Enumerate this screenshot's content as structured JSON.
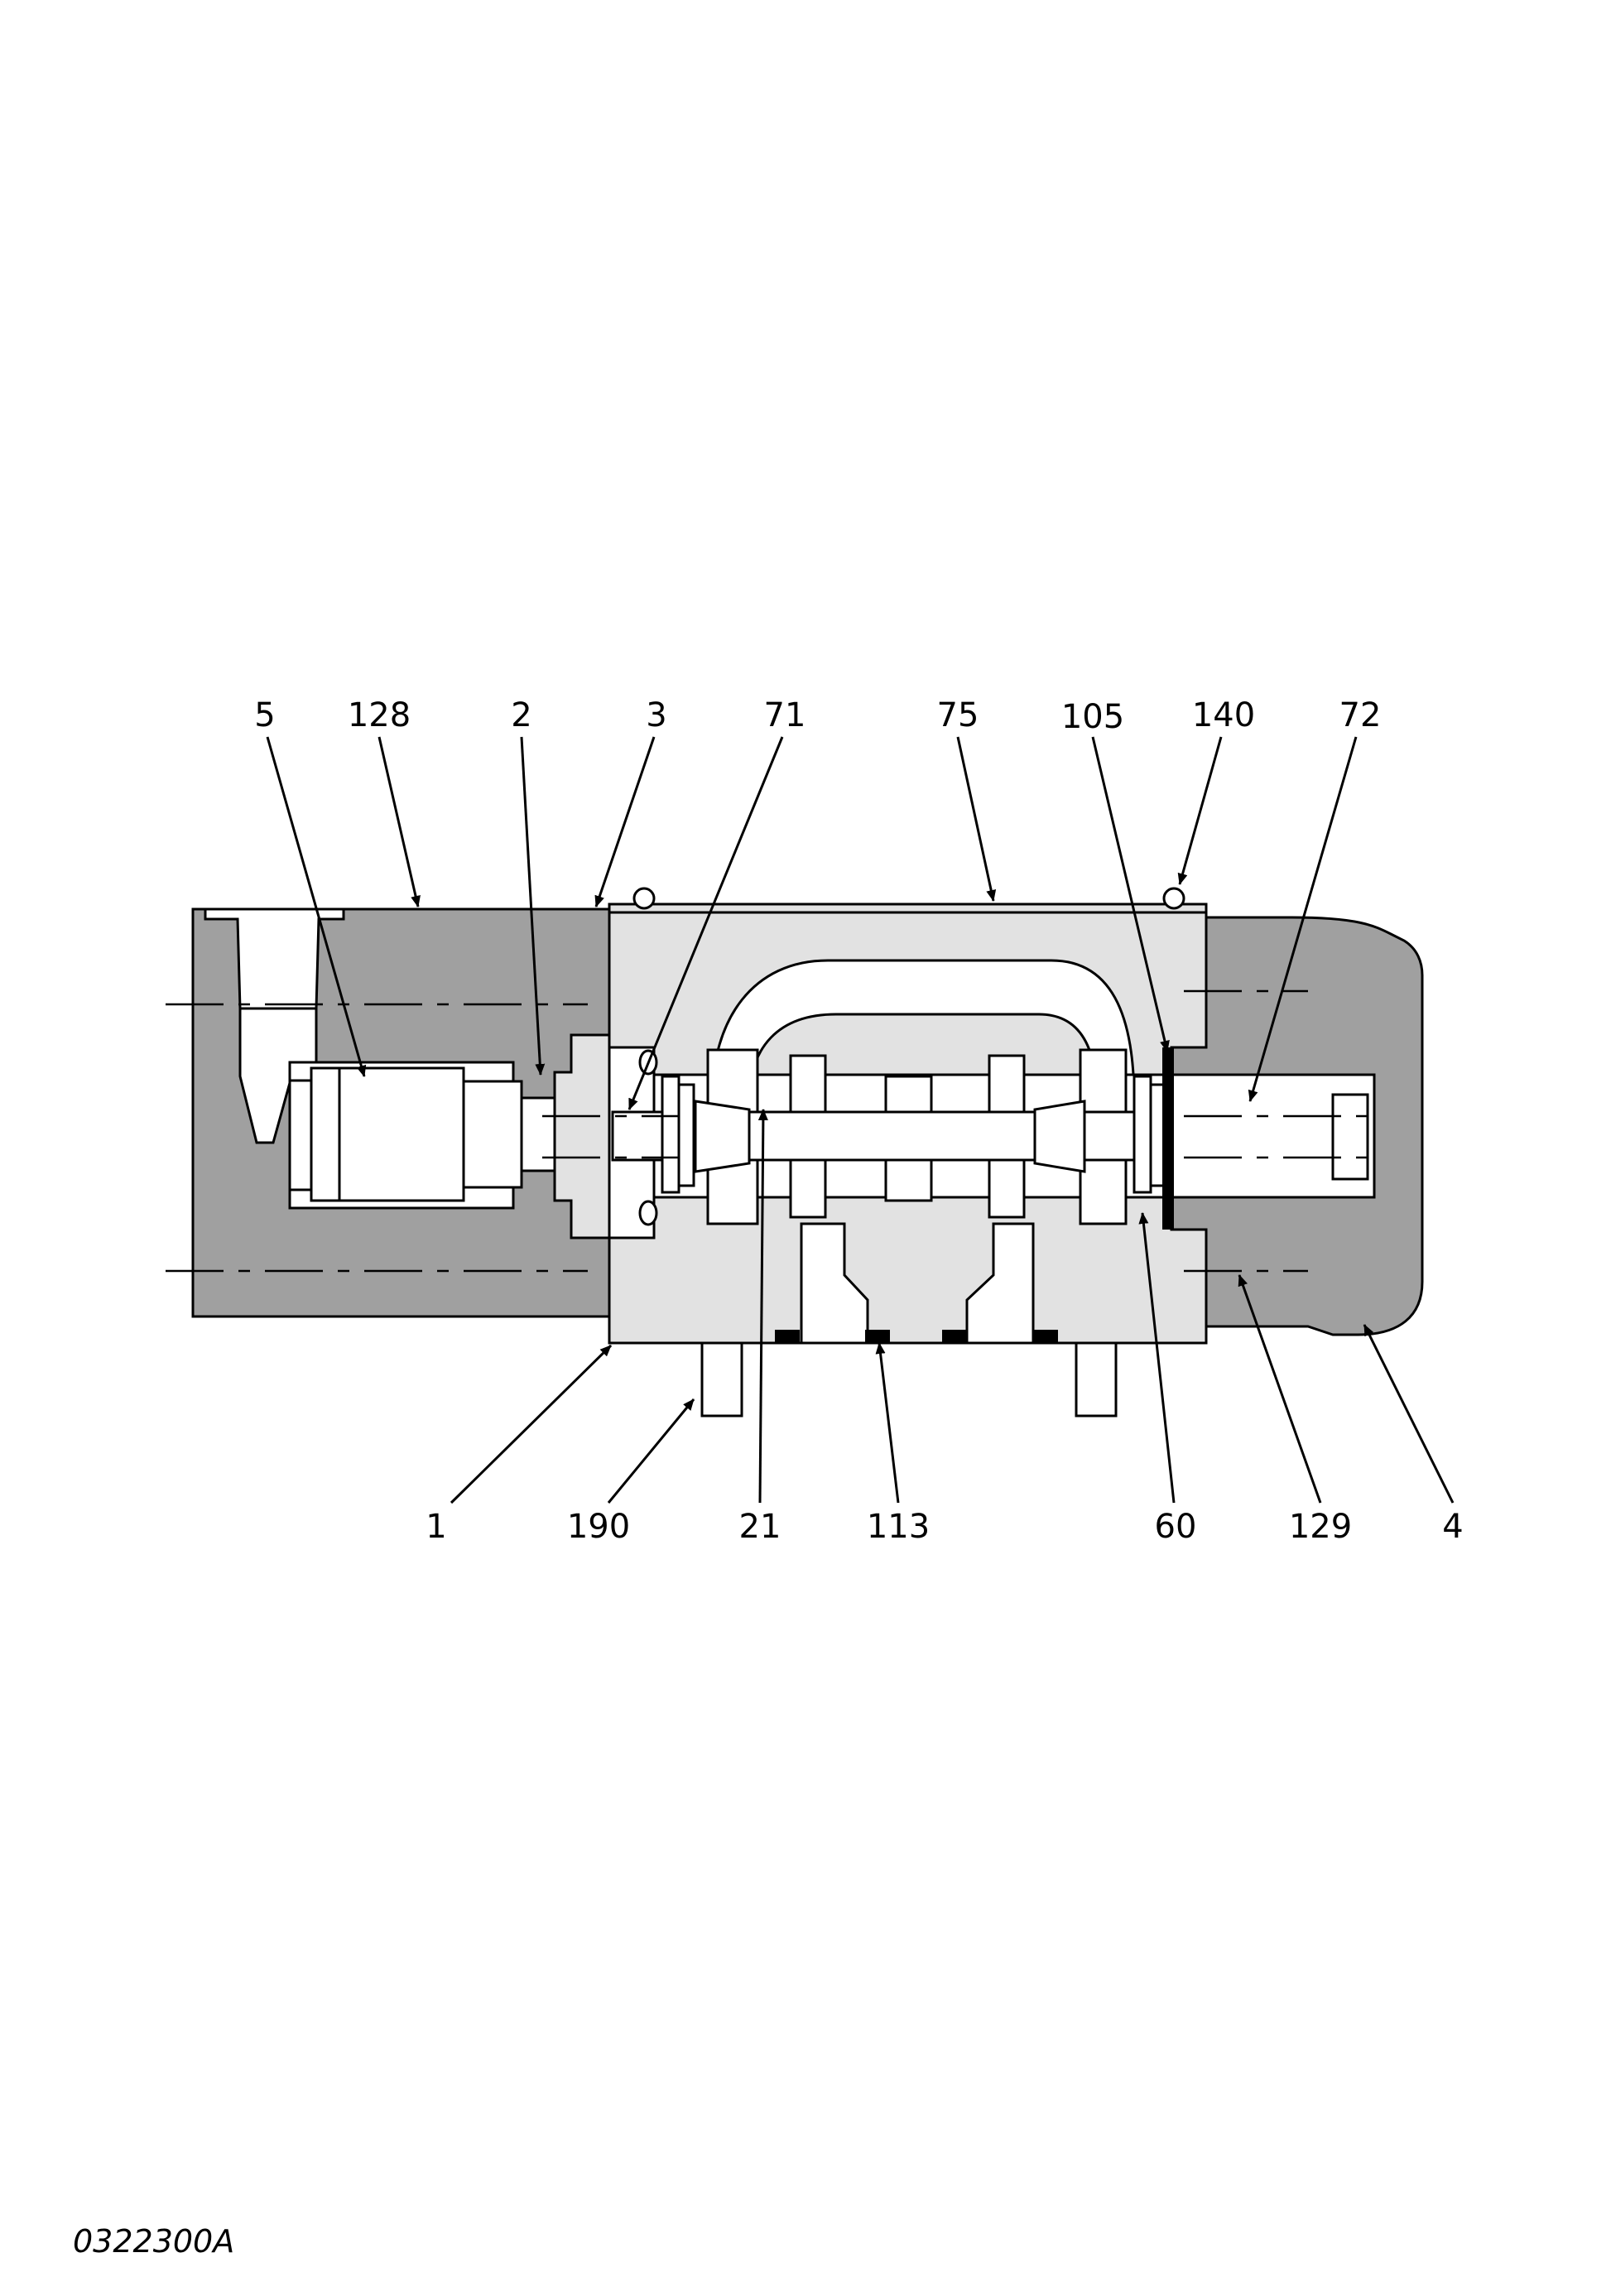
{
  "figure": {
    "code": "0322300A",
    "top_labels": [
      "5",
      "128",
      "2",
      "3",
      "71",
      "75",
      "105",
      "140",
      "72"
    ],
    "bottom_labels": [
      "1",
      "190",
      "21",
      "113",
      "60",
      "129",
      "4"
    ]
  }
}
